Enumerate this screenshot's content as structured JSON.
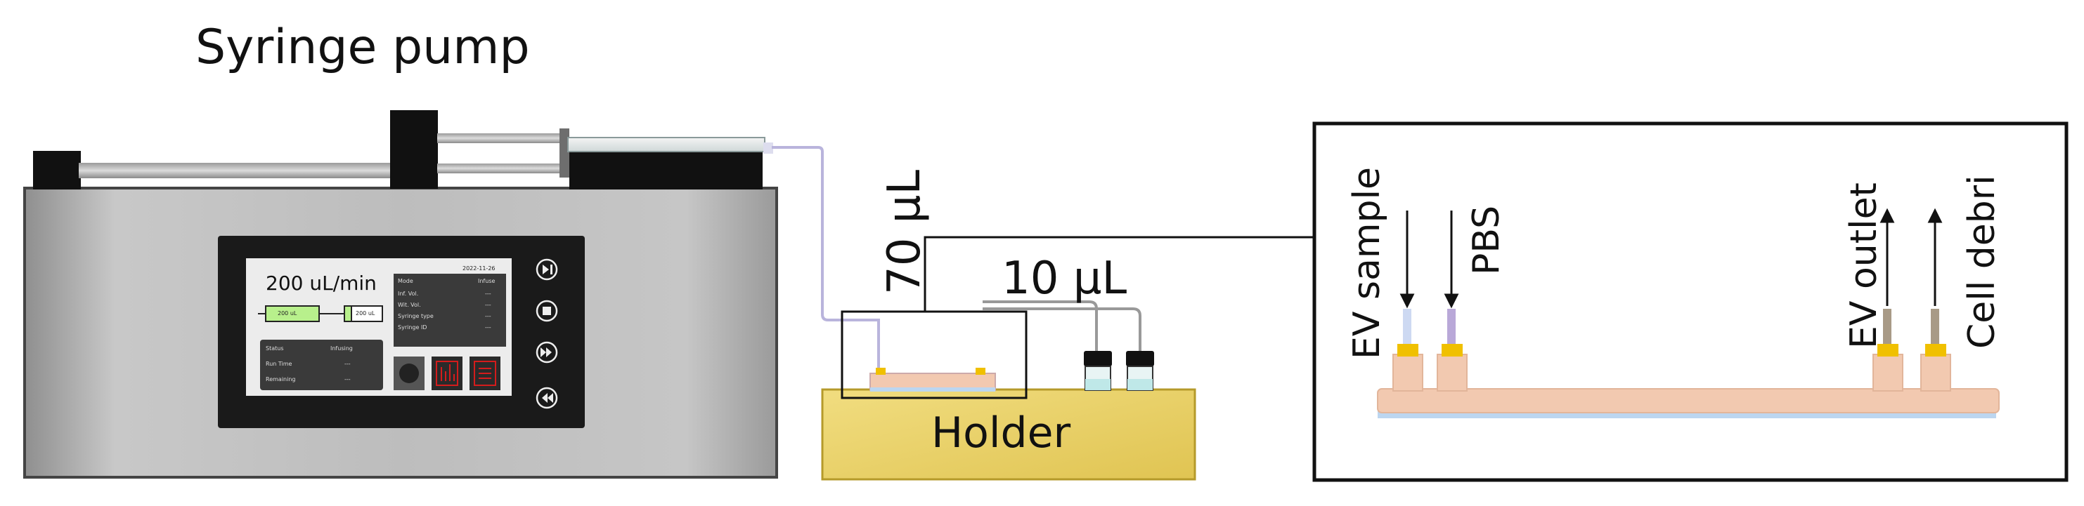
{
  "pump": {
    "title": "Syringe pump",
    "screen": {
      "rate": "200 uL/min",
      "syringe_label_1": "200 uL",
      "syringe_label_2": "200 uL",
      "date": "2022-11-26",
      "info_rows": [
        {
          "label": "Mode",
          "value": "Infuse"
        },
        {
          "label": "Inf. Vol.",
          "value": "---"
        },
        {
          "label": "Wit. Vol.",
          "value": "---"
        },
        {
          "label": "Syringe type",
          "value": "---"
        },
        {
          "label": "Syringe ID",
          "value": "---"
        }
      ],
      "status_rows": [
        {
          "label": "Status",
          "value": "Infusing"
        },
        {
          "label": "Run Time",
          "value": "---"
        },
        {
          "label": "Remaining",
          "value": "---"
        }
      ]
    }
  },
  "volumes": {
    "v70": "70 µL",
    "v10": "10 µL"
  },
  "holder": {
    "label": "Holder"
  },
  "chip": {
    "ev_sample": "EV sample",
    "pbs": "PBS",
    "ev_outlet": "EV outlet",
    "cell_debri": "Cell debri"
  },
  "colors": {
    "pump_body": "#b9b9b9",
    "screen_bezel": "#1a1a1a",
    "holder": "#ecd66a",
    "chip": "#f2c9b0",
    "chip_glass": "#bcd6f0",
    "connector": "#f0c000",
    "tubing": "#b9b4dc",
    "syringe_green": "#b8f08c",
    "red_icon": "#d41c1c"
  }
}
